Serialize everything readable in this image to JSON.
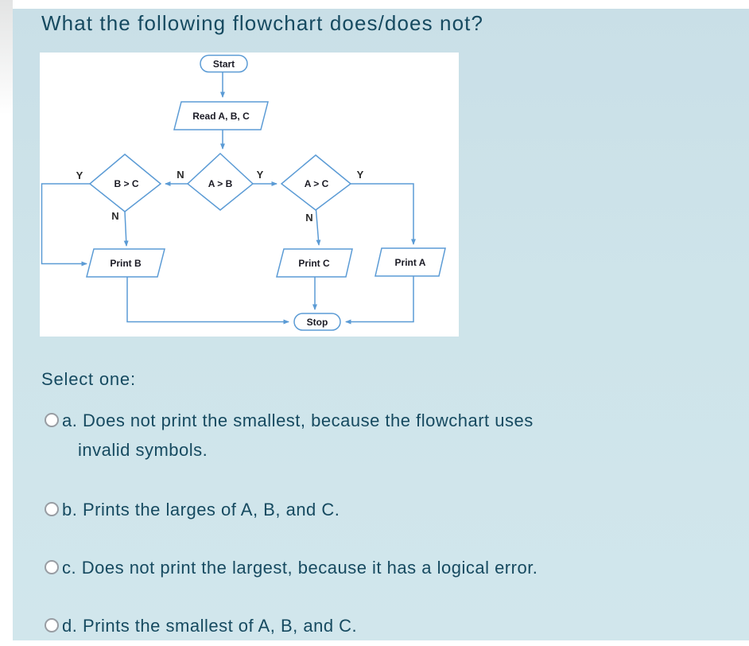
{
  "question": {
    "title": "What the following flowchart does/does not?",
    "select_label": "Select one:"
  },
  "flowchart": {
    "nodes": {
      "start": "Start",
      "read": "Read A, B, C",
      "dec_b_gt_c": "B > C",
      "dec_a_gt_b": "A > B",
      "dec_a_gt_c": "A > C",
      "print_b": "Print B",
      "print_c": "Print C",
      "print_a": "Print A",
      "stop": "Stop"
    },
    "branch_labels": {
      "b_gt_c_yes": "Y",
      "a_gt_b_no": "N",
      "a_gt_b_yes": "Y",
      "a_gt_c_yes": "Y",
      "b_gt_c_no": "N",
      "a_gt_c_no": "N"
    }
  },
  "options": [
    {
      "id": "a",
      "lines": [
        "a. Does not print the smallest, because the flowchart uses",
        "invalid symbols."
      ]
    },
    {
      "id": "b",
      "lines": [
        "b. Prints the larges of A, B, and C."
      ]
    },
    {
      "id": "c",
      "lines": [
        "c. Does not print the largest, because it has a logical error."
      ]
    },
    {
      "id": "d",
      "lines": [
        "d. Prints the smallest of A, B, and C."
      ]
    }
  ],
  "colors": {
    "panel_background": "#cde3e9",
    "heading_text": "#164a60",
    "flow_line": "#5b9bd5",
    "flow_text": "#1a1a24"
  }
}
